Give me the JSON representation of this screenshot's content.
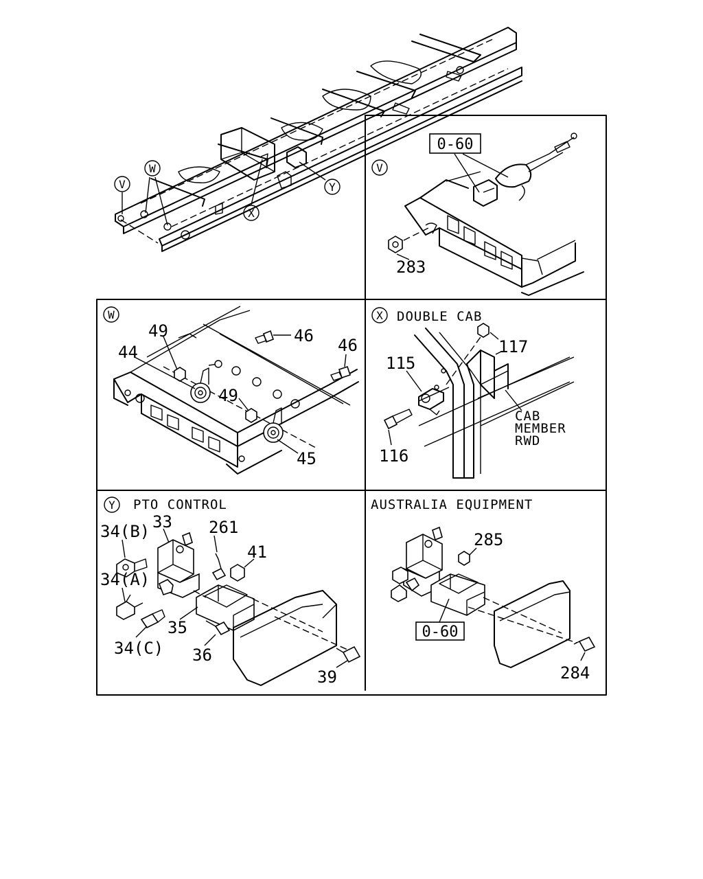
{
  "overview": {
    "callouts": {
      "v": "V",
      "w": "W",
      "x": "X",
      "y": "Y"
    }
  },
  "panel_v": {
    "tag": "V",
    "ref_box": "0-60",
    "parts": {
      "p283": "283"
    }
  },
  "panel_w": {
    "tag": "W",
    "parts": {
      "p49a": "49",
      "p44": "44",
      "p46a": "46",
      "p46b": "46",
      "p49b": "49",
      "p45": "45"
    }
  },
  "panel_x": {
    "tag": "X",
    "title": "DOUBLE CAB",
    "note_lines": [
      "CAB",
      "MEMBER",
      "RWD"
    ],
    "parts": {
      "p117": "117",
      "p115": "115",
      "p116": "116"
    }
  },
  "panel_y": {
    "tag": "Y",
    "title": "PTO CONTROL",
    "parts": {
      "p33": "33",
      "p261": "261",
      "p34b": "34(B)",
      "p41": "41",
      "p34a": "34(A)",
      "p35": "35",
      "p34c": "34(C)",
      "p36": "36",
      "p39": "39"
    }
  },
  "panel_au": {
    "title": "AUSTRALIA EQUIPMENT",
    "ref_box": "0-60",
    "parts": {
      "p285": "285",
      "p284": "284"
    }
  }
}
